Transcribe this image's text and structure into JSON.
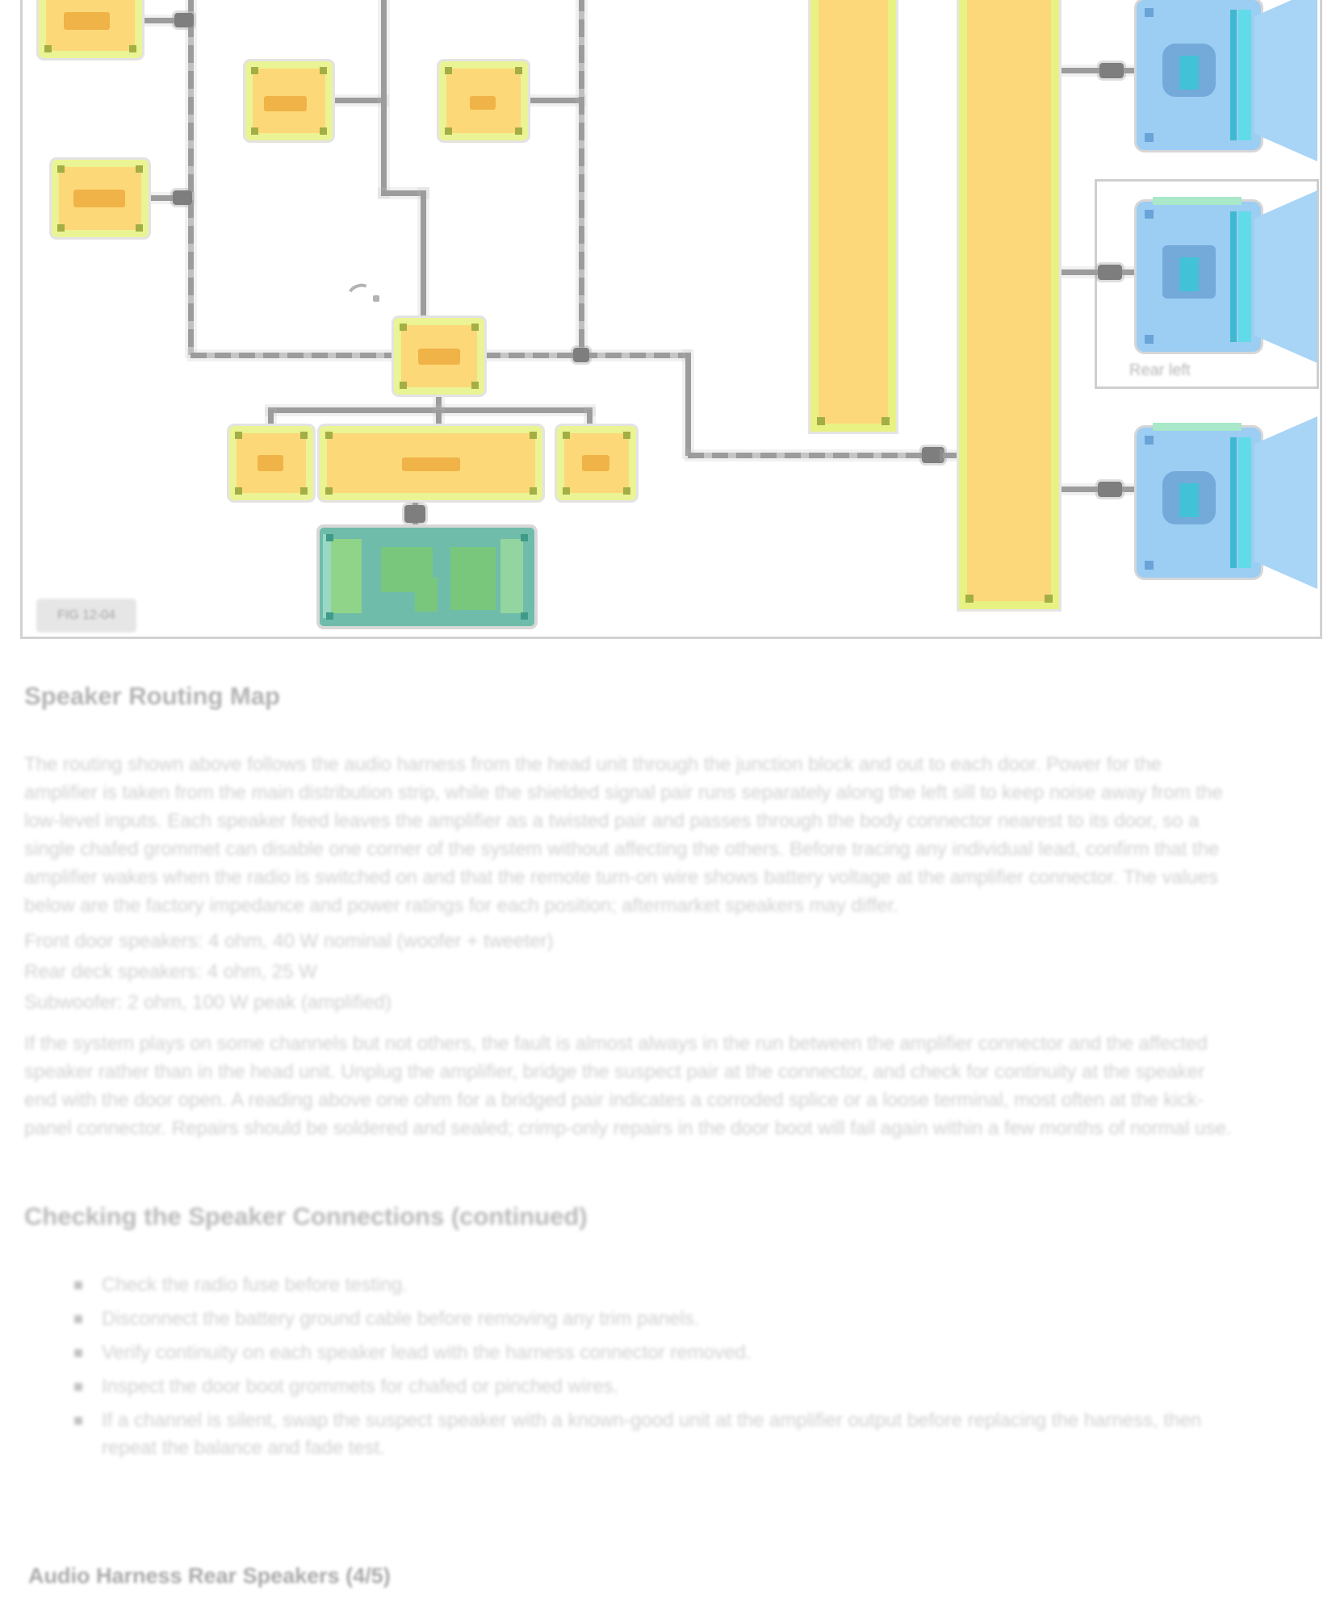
{
  "diagram": {
    "figure_tag": "FIG 12-04",
    "rear_speaker_label": "Rear left",
    "colors": {
      "node_fill": "#fdd878",
      "node_glow": "#ebf494",
      "node_accent": "#efb347",
      "corner_dot": "#a3ae45",
      "bus_fill": "#fcd87b",
      "bus_edge": "#e8f283",
      "wire": "#9c9c9c",
      "plug": "#7e7e7e",
      "module_green": "#6fbcab",
      "module_green_accent": "#8fd488",
      "speaker_body": "#9ccdf3",
      "speaker_cone": "#74aad9",
      "speaker_stripe": "#62dbe9",
      "frame_border": "#d2d2d2"
    }
  },
  "content": {
    "heading1": "Speaker Routing Map",
    "para1": "The routing shown above follows the audio harness from the head unit through the junction block and out to each door. Power for the amplifier is taken from the main distribution strip, while the shielded signal pair runs separately along the left sill to keep noise away from the low-level inputs. Each speaker feed leaves the amplifier as a twisted pair and passes through the body connector nearest to its door, so a single chafed grommet can disable one corner of the system without affecting the others. Before tracing any individual lead, confirm that the amplifier wakes when the radio is switched on and that the remote turn-on wire shows battery voltage at the amplifier connector. The values below are the factory impedance and power ratings for each position; aftermarket speakers may differ.",
    "specs": [
      "Front door speakers: 4 ohm, 40 W nominal (woofer + tweeter)",
      "Rear deck speakers: 4 ohm, 25 W",
      "Subwoofer: 2 ohm, 100 W peak (amplified)"
    ],
    "para2": "If the system plays on some channels but not others, the fault is almost always in the run between the amplifier connector and the affected speaker rather than in the head unit. Unplug the amplifier, bridge the suspect pair at the connector, and check for continuity at the speaker end with the door open. A reading above one ohm for a bridged pair indicates a corroded splice or a loose terminal, most often at the kick-panel connector. Repairs should be soldered and sealed; crimp-only repairs in the door boot will fail again within a few months of normal use.",
    "heading2": "Checking the Speaker Connections (continued)",
    "bullets": [
      "Check the radio fuse before testing.",
      "Disconnect the battery ground cable before removing any trim panels.",
      "Verify continuity on each speaker lead with the harness connector removed.",
      "Inspect the door boot grommets for chafed or pinched wires.",
      "If a channel is silent, swap the suspect speaker with a known-good unit at the amplifier output before replacing the harness, then repeat the balance and fade test."
    ],
    "footer": "Audio Harness Rear Speakers (4/5)"
  }
}
